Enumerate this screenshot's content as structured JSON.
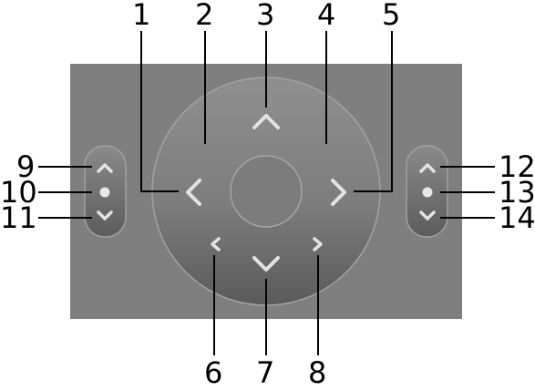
{
  "callouts": {
    "c1": "1",
    "c2": "2",
    "c3": "3",
    "c4": "4",
    "c5": "5",
    "c6": "6",
    "c7": "7",
    "c8": "8",
    "c9": "9",
    "c10": "10",
    "c11": "11",
    "c12": "12",
    "c13": "13",
    "c14": "14"
  },
  "icons": {
    "center_pad": [
      "chevron-left-icon",
      "chevron-up-icon",
      "chevron-right-icon",
      "chevron-down-icon",
      "small-chevron-left-icon",
      "small-chevron-right-icon"
    ],
    "side_rockers": [
      "chevron-up-icon",
      "dot-icon",
      "chevron-down-icon"
    ]
  },
  "colors": {
    "panel": "#7f7f7f",
    "dial_outer": "#7a7a7a",
    "glyph": "#e3e3e3",
    "callout_line": "#000000"
  }
}
